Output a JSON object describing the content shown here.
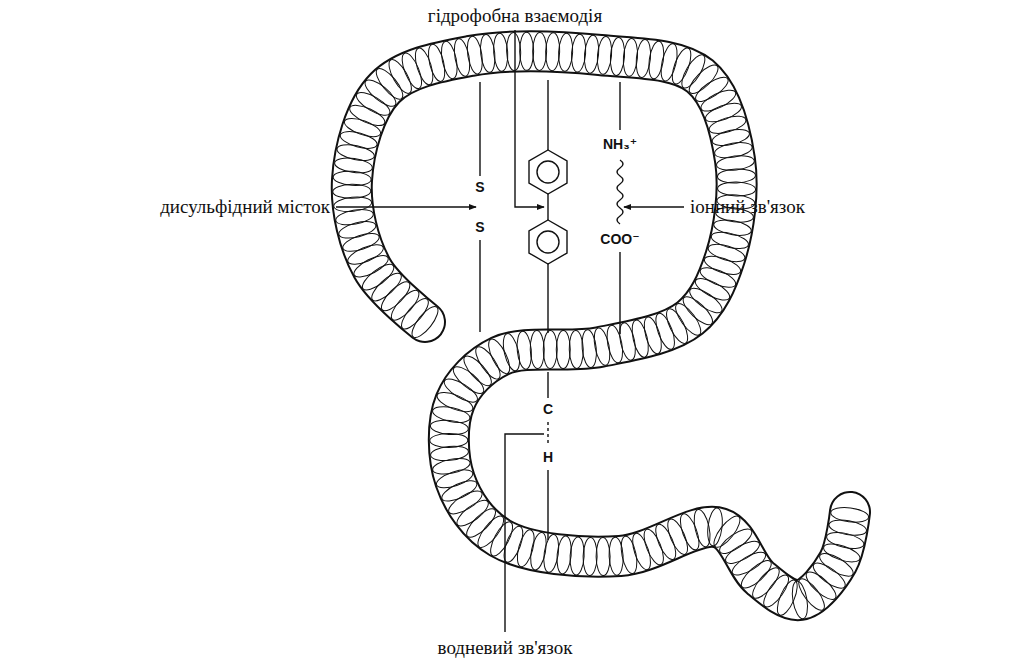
{
  "diagram": {
    "labels": [
      "гідрофобна взаємодія",
      "дисульфідний місток",
      "іонний зв'язок",
      "водневий зв'язок",
      "S",
      "S",
      "NH₃⁺",
      "COO⁻",
      "C",
      "H"
    ]
  }
}
